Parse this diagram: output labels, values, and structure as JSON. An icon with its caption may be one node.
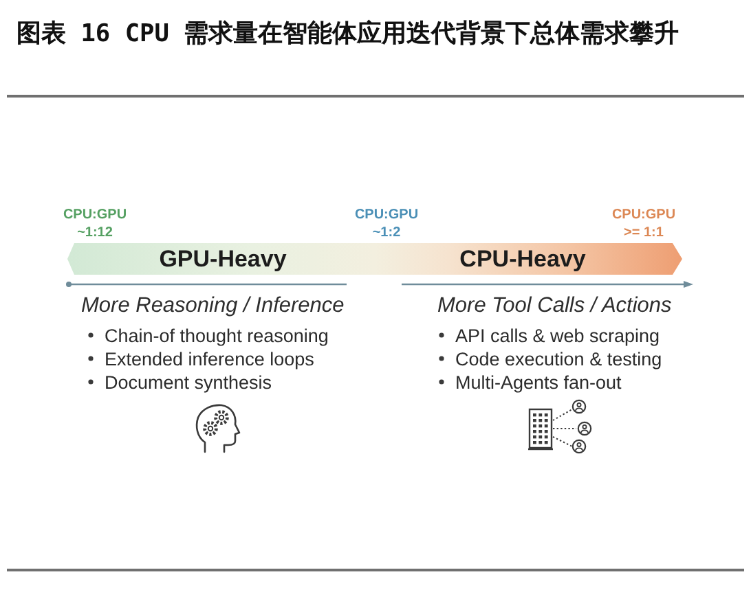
{
  "diagram": {
    "title": "图表 16 CPU 需求量在智能体应用迭代背景下总体需求攀升",
    "nodes": [
      {
        "text": [
          "GPU-Heavy",
          "CPU-Heavy"
        ]
      }
    ],
    "labels": [
      "CPU:GPU ~1:12",
      "CPU:GPU ~1:2",
      "CPU:GPU >= 1:1",
      "More Reasoning / Inference",
      "Chain-of thought reasoning",
      "Extended inference loops",
      "Document synthesis",
      "More Tool Calls / Actions",
      "API calls & web scraping",
      "Code execution & testing",
      "Multi-Agents fan-out"
    ]
  }
}
